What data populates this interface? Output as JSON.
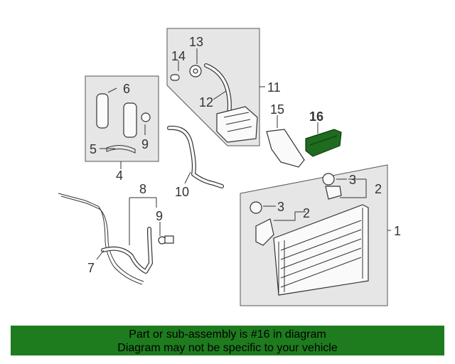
{
  "callouts": {
    "c1": "1",
    "c2a": "2",
    "c2b": "2",
    "c3a": "3",
    "c3b": "3",
    "c4": "4",
    "c5": "5",
    "c6": "6",
    "c7": "7",
    "c8": "8",
    "c9a": "9",
    "c9b": "9",
    "c10": "10",
    "c11": "11",
    "c12": "12",
    "c13": "13",
    "c14": "14",
    "c15": "15",
    "c16": "16"
  },
  "highlight": {
    "part_number": "16",
    "color": "#1f6b1f"
  },
  "banner": {
    "line1": "Part or sub-assembly is #16 in diagram",
    "line2": "Diagram may not be specific to your vehicle",
    "color": "#1e7b1e"
  }
}
